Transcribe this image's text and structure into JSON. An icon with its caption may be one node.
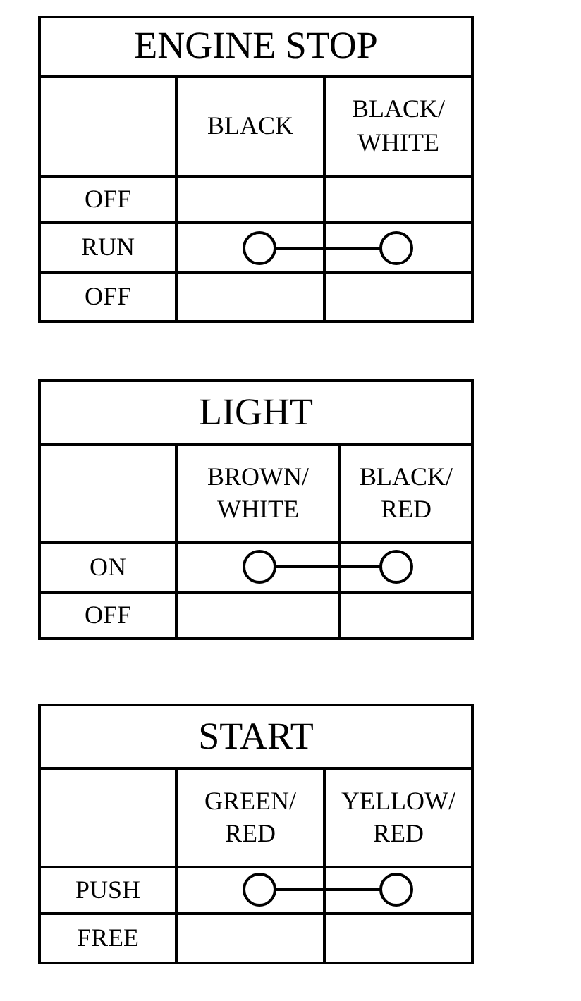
{
  "diagram": {
    "nodes": [
      {
        "text": [],
        "shape": "circle"
      },
      {
        "text": [],
        "shape": "circle"
      },
      {
        "text": [],
        "shape": "circle"
      },
      {
        "text": [],
        "shape": "circle"
      },
      {
        "text": [],
        "shape": "circle"
      },
      {
        "text": [],
        "shape": "circle"
      }
    ],
    "edges": [
      {
        "from": 0,
        "to": 1,
        "arrow": "none"
      },
      {
        "from": 2,
        "to": 3,
        "arrow": "none"
      },
      {
        "from": 4,
        "to": 5,
        "arrow": "none"
      }
    ],
    "labels": [
      "ENGINE STOP",
      "BLACK",
      "BLACK/ WHITE",
      "OFF",
      "RUN",
      "OFF",
      "LIGHT",
      "BROWN/ WHITE",
      "BLACK/ RED",
      "ON",
      "OFF",
      "START",
      "GREEN/ RED",
      "YELLOW/ RED",
      "PUSH",
      "FREE"
    ]
  }
}
